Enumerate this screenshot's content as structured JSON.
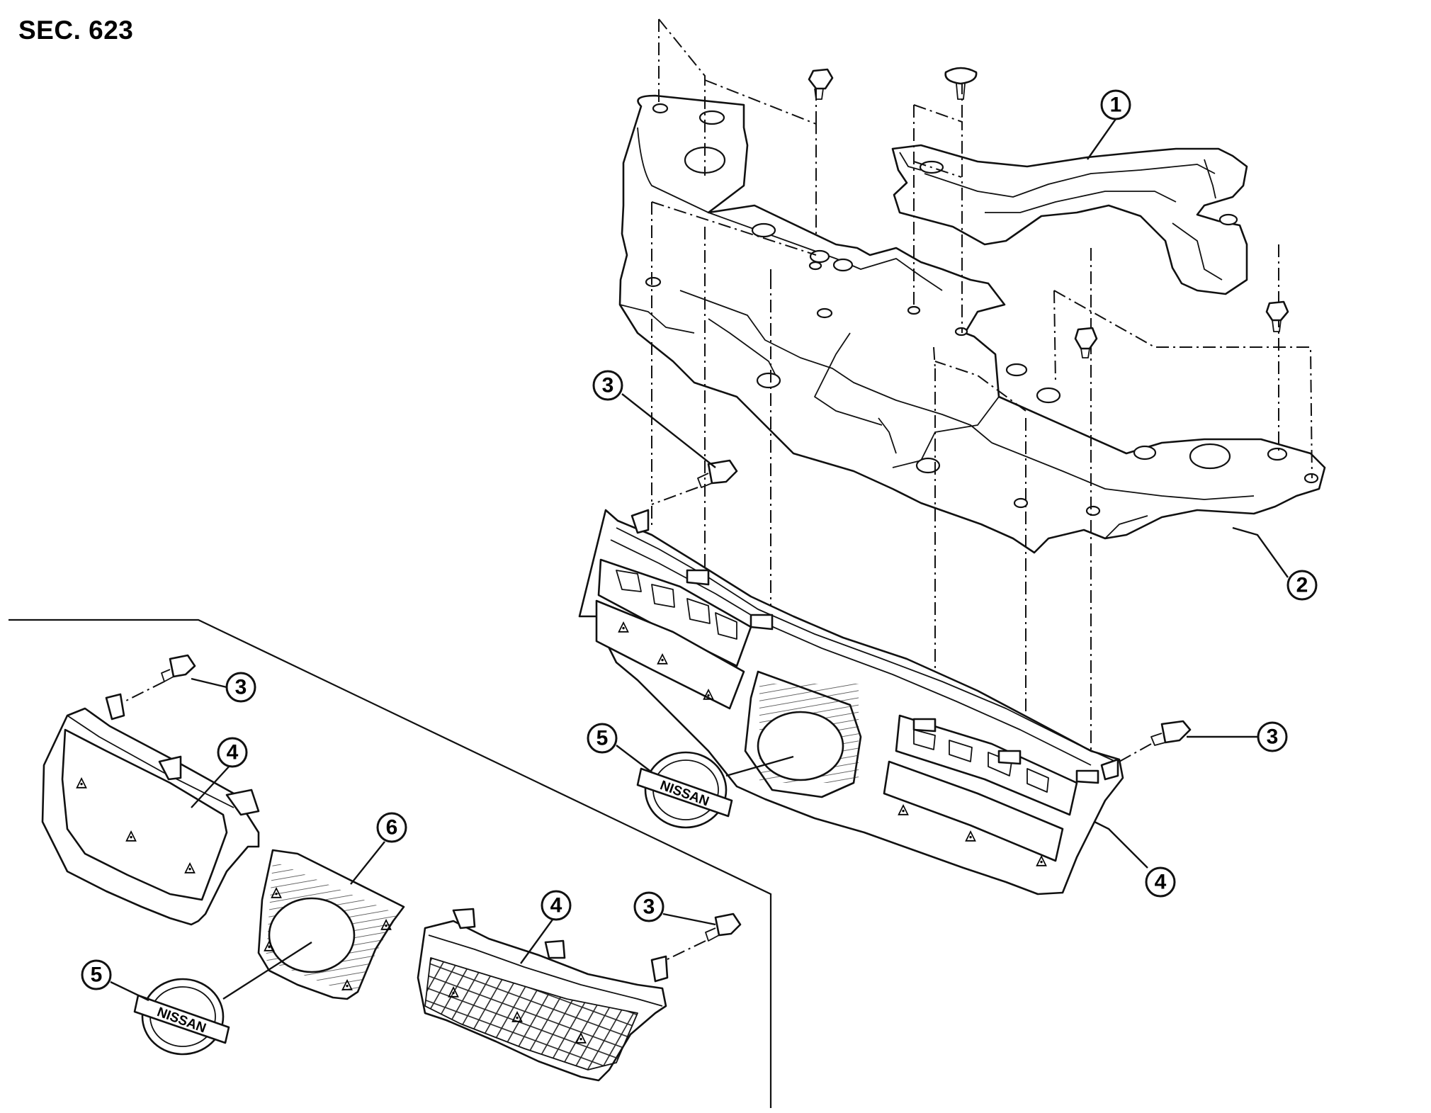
{
  "section_label": "SEC. 623",
  "callouts": {
    "c1": "1",
    "c2": "2",
    "c3a": "3",
    "c3b": "3",
    "c3c": "3",
    "c3d": "3",
    "c4a": "4",
    "c4b": "4",
    "c4c": "4",
    "c5a": "5",
    "c5b": "5",
    "c6": "6"
  },
  "emblem_lettering": "NISSAN"
}
